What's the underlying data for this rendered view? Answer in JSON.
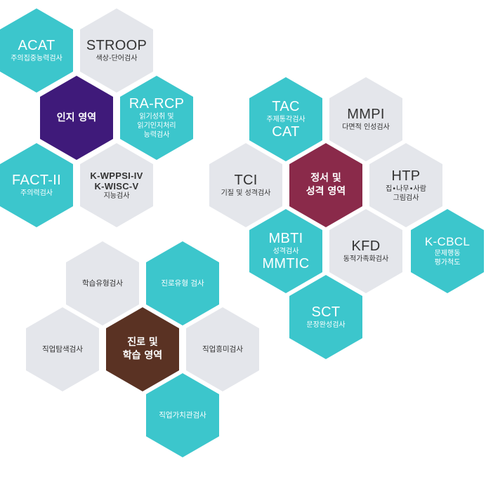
{
  "cognitive": {
    "center": [
      "인지 영역"
    ],
    "acat": {
      "code": "ACAT",
      "sub": [
        "주의집중능력검사"
      ]
    },
    "stroop": {
      "code": "STROOP",
      "sub": [
        "색상-단어검사"
      ]
    },
    "rarcp": {
      "code": "RA-RCP",
      "sub": [
        "읽기성취 및",
        "읽기인지처리",
        "능력검사"
      ]
    },
    "fact": {
      "code": "FACT-II",
      "sub": [
        "주의력검사"
      ]
    },
    "kwppsi": {
      "code": [
        "K-WPPSI-IV",
        "K-WISC-V"
      ],
      "sub": [
        "지능검사"
      ]
    }
  },
  "emotion": {
    "center": [
      "정서 및",
      "성격 영역"
    ],
    "tac": {
      "code1": "TAC",
      "sub": [
        "주제통각검사"
      ],
      "code2": "CAT"
    },
    "mmpi": {
      "code": "MMPI",
      "sub": [
        "다면적 인성검사"
      ]
    },
    "tci": {
      "code": "TCI",
      "sub": [
        "기질 및 성격검사"
      ]
    },
    "htp": {
      "code": "HTP",
      "sub": [
        "집•나무•사람",
        "그림검사"
      ]
    },
    "mbti": {
      "code1": "MBTI",
      "sub": [
        "성격검사"
      ],
      "code2": "MMTIC"
    },
    "kfd": {
      "code": "KFD",
      "sub": [
        "동적가족화검사"
      ]
    },
    "kcbcl": {
      "code": "K-CBCL",
      "sub": [
        "문제행동",
        "평가척도"
      ]
    },
    "sct": {
      "code": "SCT",
      "sub": [
        "문장완성검사"
      ]
    }
  },
  "career": {
    "center": [
      "진로 및",
      "학습 영역"
    ],
    "study": "학습유형검사",
    "careertype": "진로유형 검사",
    "explore": "직업탐색검사",
    "interest": "직업흥미검사",
    "value": "직업가치관검사"
  }
}
